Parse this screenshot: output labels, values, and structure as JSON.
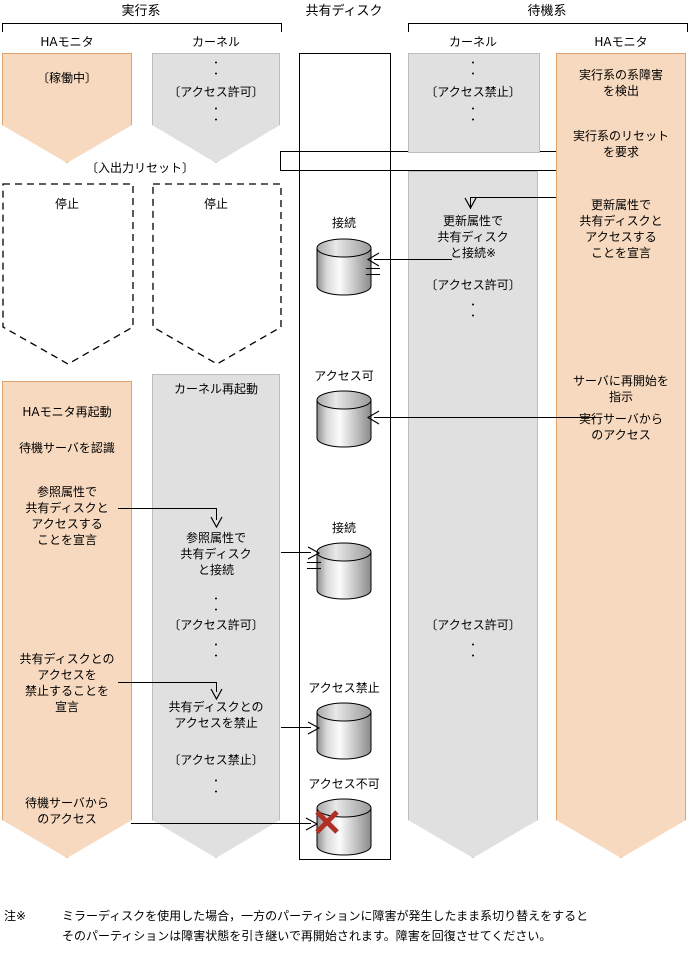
{
  "diagram": {
    "groups": [
      {
        "id": "active",
        "label": "実行系"
      },
      {
        "id": "shared",
        "label": "共有ディスク"
      },
      {
        "id": "standby",
        "label": "待機系"
      }
    ],
    "columns": [
      {
        "id": "active-ha",
        "label": "HAモニタ"
      },
      {
        "id": "active-kernel",
        "label": "カーネル"
      },
      {
        "id": "standby-kernel",
        "label": "カーネル"
      },
      {
        "id": "standby-ha",
        "label": "HAモニタ"
      }
    ],
    "active_ha": {
      "state_running": "〔稼働中〕",
      "state_stopped": "停止",
      "restart": "HAモニタ再起動",
      "recognize": "待機サーバを認識",
      "declare_ref": "参照属性で\n共有ディスクと\nアクセスする\nことを宣言",
      "declare_forbid": "共有ディスクとの\nアクセスを\n禁止することを\n宣言",
      "standby_access": "待機サーバから\nのアクセス"
    },
    "active_kernel": {
      "access_allowed": "〔アクセス許可〕",
      "state_stopped": "停止",
      "kernel_restart": "カーネル再起動",
      "connect_ref": "参照属性で\n共有ディスク\nと接続",
      "access_allowed2": "〔アクセス許可〕",
      "forbid_access": "共有ディスクとの\nアクセスを禁止",
      "access_forbidden": "〔アクセス禁止〕"
    },
    "io_reset_label": "〔入出力リセット〕",
    "standby_kernel": {
      "access_forbidden": "〔アクセス禁止〕",
      "connect_update": "更新属性で\n共有ディスク\nと接続※",
      "access_allowed": "〔アクセス許可〕",
      "access_allowed2": "〔アクセス許可〕"
    },
    "standby_ha": {
      "detect_fault": "実行系の系障害\nを検出",
      "request_reset": "実行系のリセット\nを要求",
      "declare_update": "更新属性で\n共有ディスクと\nアクセスする\nことを宣言",
      "instruct_restart": "サーバに再開始を\n指示",
      "active_access": "実行サーバから\nのアクセス"
    },
    "disks": [
      {
        "id": "disk-connect-1",
        "label": "接続"
      },
      {
        "id": "disk-access-ok",
        "label": "アクセス可"
      },
      {
        "id": "disk-connect-2",
        "label": "接続"
      },
      {
        "id": "disk-access-deny",
        "label": "アクセス禁止"
      },
      {
        "id": "disk-access-x",
        "label": "アクセス不可"
      }
    ],
    "dots_glyph": "⋮",
    "footnote": {
      "marker": "注※",
      "text": "ミラーディスクを使用した場合，一方のパーティションに障害が発生したまま系切り替えをすると\nそのパーティションは障害状態を引き継いで再開始されます。障害を回復させてください。"
    },
    "colors": {
      "ha_fill": "#f7d9bf",
      "ha_border": "#e0a470",
      "kernel_fill": "#e0e0e0",
      "kernel_border": "#bdbdbd",
      "line": "#000000",
      "x_mark": "#b03028"
    }
  }
}
